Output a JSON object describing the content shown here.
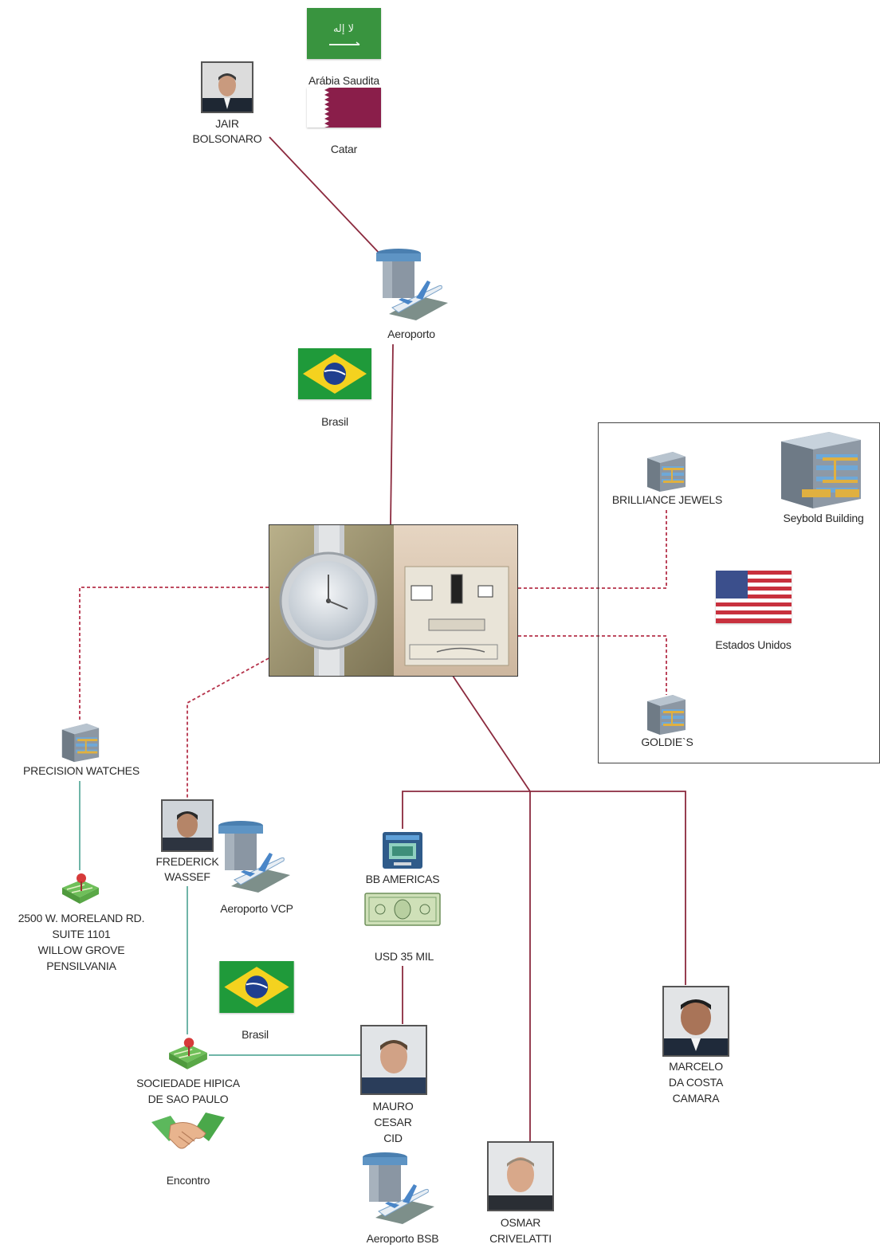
{
  "countries": {
    "saudi": "Arábia Saudita",
    "qatar": "Catar",
    "brasil_top": "Brasil",
    "brasil_bottom": "Brasil",
    "usa": "Estados Unidos"
  },
  "people": {
    "bolsonaro": "JAIR\nBOLSONARO",
    "wassef": "FREDERICK\nWASSEF",
    "mauro": "MAURO\nCESAR\nCID",
    "osmar": "OSMAR\nCRIVELATTI",
    "marcelo": "MARCELO\nDA COSTA\nCAMARA"
  },
  "places": {
    "aeroporto": "Aeroporto",
    "aeroporto_vcp": "Aeroporto VCP",
    "aeroporto_bsb": "Aeroporto BSB",
    "brilliance": "BRILLIANCE JEWELS",
    "seybold": "Seybold Building",
    "goldies": "GOLDIE`S",
    "precision": "PRECISION WATCHES",
    "moreland": "2500 W. MORELAND RD.\nSUITE 1101\nWILLOW GROVE\nPENSILVANIA",
    "hipica": "SOCIEDADE HIPICA\nDE SAO PAULO",
    "bb_americas": "BB AMERICAS"
  },
  "events": {
    "usd": "USD 35 MIL",
    "encontro": "Encontro"
  },
  "colors": {
    "solid_link": "#8b2a3e",
    "dashed_link": "#b5324a",
    "teal_link": "#6fb5a8"
  }
}
